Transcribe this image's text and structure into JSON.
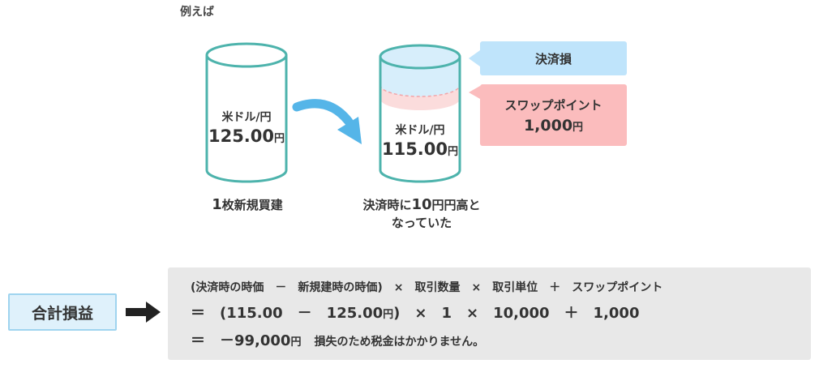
{
  "heading": "例えば",
  "left_cylinder": {
    "label": "米ドル/円",
    "value": "125.00",
    "unit": "円"
  },
  "right_cylinder": {
    "label": "米ドル/円",
    "value": "115.00",
    "unit": "円"
  },
  "left_caption": {
    "prefix": "1",
    "text": "枚新規買建"
  },
  "right_caption": {
    "line1_a": "決済時に",
    "line1_num": "10",
    "line1_b": "円円高と",
    "line2": "なっていた"
  },
  "callout_loss": {
    "label": "決済損"
  },
  "callout_swap": {
    "label": "スワップポイント",
    "value": "1,000",
    "unit": "円"
  },
  "total_label": "合計損益",
  "formula": {
    "line1": "(決済時の時価　－　新規建時の時価)　×　取引数量　×　取引単位　＋　スワップポイント",
    "line2_a": "＝　(115.00　－　125.00",
    "line2_unit": "円",
    "line2_b": ")　×　1　×　10,000　＋　1,000",
    "line3_eq": "＝　－99,000",
    "line3_unit": "円",
    "line3_note": "損失のため税金はかかりません。"
  },
  "colors": {
    "cylinder_stroke": "#4db3ac",
    "arrow": "#55b5e8",
    "loss_fill": "#bfe4fb",
    "swap_fill": "#fbbcbd",
    "total_fill": "#dff1fb",
    "panel_fill": "#e8e8e8"
  }
}
